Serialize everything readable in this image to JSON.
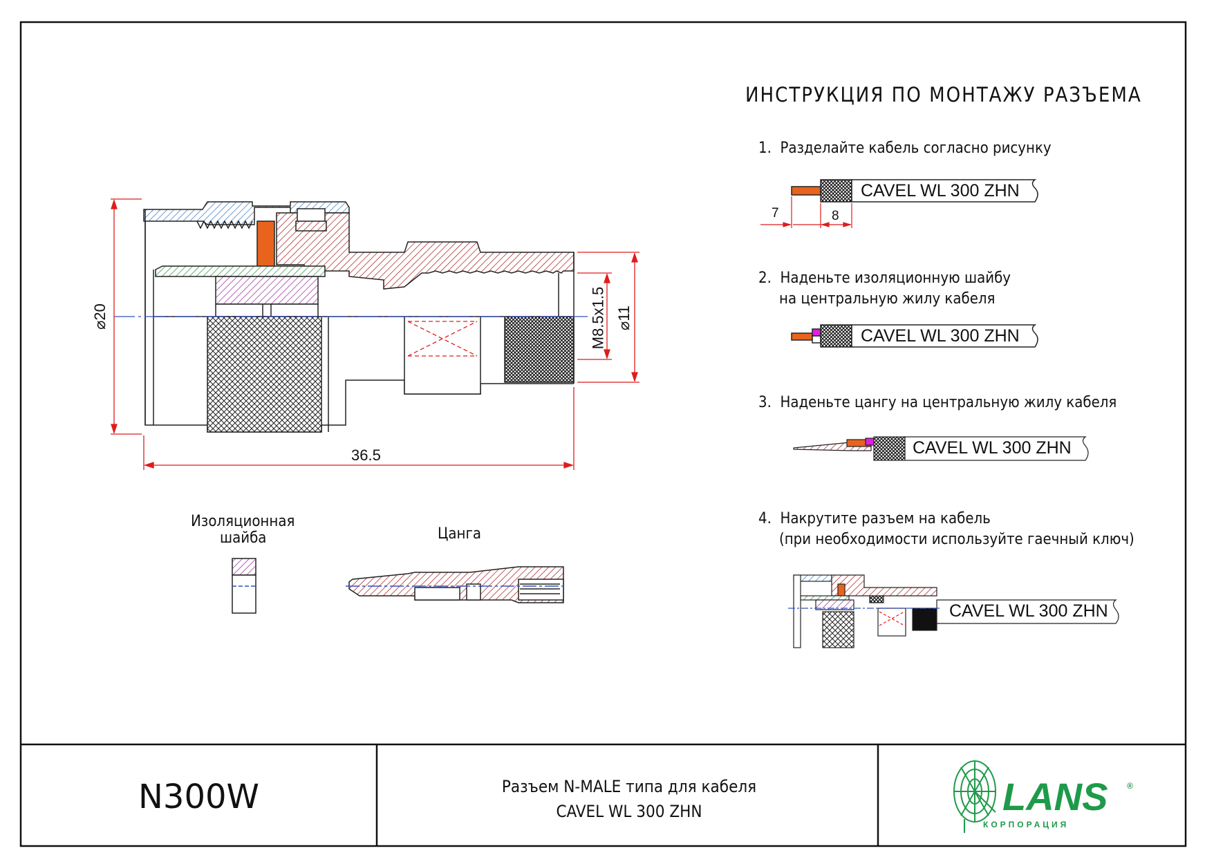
{
  "instructions": {
    "title": "ИНСТРУКЦИЯ ПО МОНТАЖУ РАЗЪЕМА",
    "steps": [
      {
        "num": "1.",
        "line1": "Разделайте кабель согласно рисунку",
        "line2": ""
      },
      {
        "num": "2.",
        "line1": "Наденьте изоляционную шайбу",
        "line2": "на центральную жилу кабеля"
      },
      {
        "num": "3.",
        "line1": "Наденьте цангу на центральную жилу кабеля",
        "line2": ""
      },
      {
        "num": "4.",
        "line1": "Накрутите разъем на кабель",
        "line2": "(при необходимости используйте гаечный ключ)"
      }
    ],
    "cable_label": "CAVEL WL 300 ZHN",
    "strip_dims": {
      "a": "7",
      "b": "8"
    }
  },
  "drawing": {
    "dim_diameter_20": "⌀20",
    "dim_thread": "M8.5x1.5",
    "dim_diameter_11": "⌀11",
    "dim_length": "36.5"
  },
  "parts": {
    "washer_label_line1": "Изоляционная",
    "washer_label_line2": "шайба",
    "collet_label": "Цанга"
  },
  "title_block": {
    "code": "N300W",
    "desc_line1": "Разъем N-MALE типа для кабеля",
    "desc_line2": "CAVEL WL 300 ZHN",
    "logo_text": "LANS",
    "logo_sub": "КОРПОРАЦИЯ",
    "registered_mark": "®"
  },
  "colors": {
    "red_hatch": "#b03030",
    "blue_hatch": "#4a86c8",
    "green_hatch": "#3a9a4a",
    "purple_hatch": "#a040a0",
    "orange": "#e8641e",
    "magenta": "#e020e0",
    "dim_red": "#e01c1c",
    "brand_green": "#1e9a4a"
  }
}
